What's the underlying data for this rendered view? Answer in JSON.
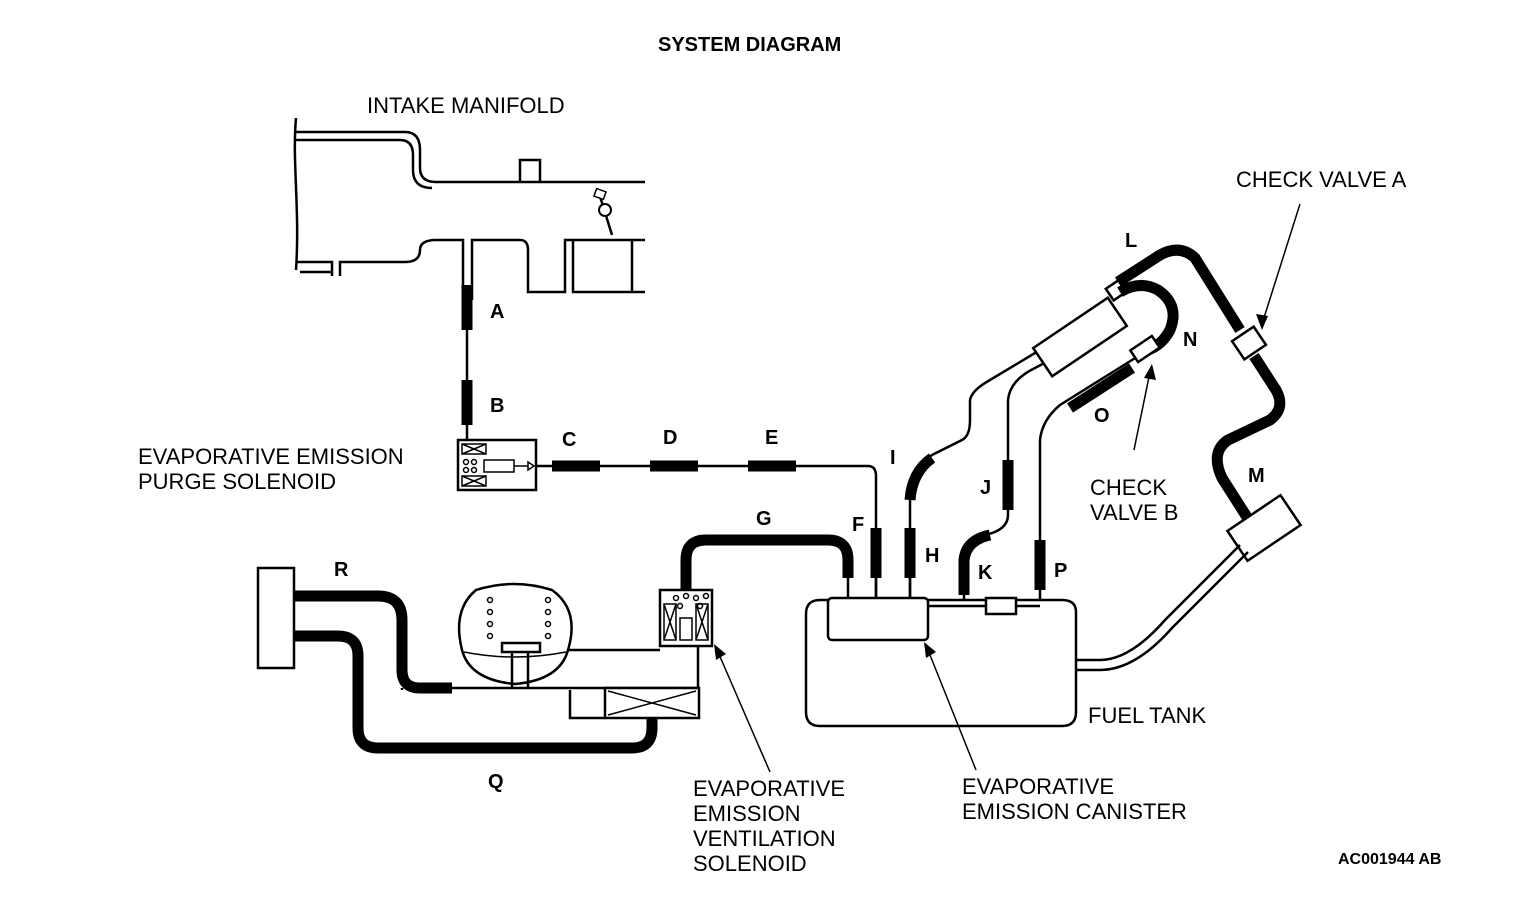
{
  "title": "SYSTEM DIAGRAM",
  "components": {
    "intake_manifold": "INTAKE MANIFOLD",
    "purge_solenoid": [
      "EVAPORATIVE EMISSION",
      "PURGE SOLENOID"
    ],
    "check_valve_a": "CHECK VALVE A",
    "check_valve_b": [
      "CHECK",
      "VALVE B"
    ],
    "fuel_tank": "FUEL TANK",
    "ventilation_solenoid": [
      "EVAPORATIVE",
      "EMISSION",
      "VENTILATION",
      "SOLENOID"
    ],
    "canister": [
      "EVAPORATIVE",
      "EMISSION CANISTER"
    ]
  },
  "hoses": {
    "a": "A",
    "b": "B",
    "c": "C",
    "d": "D",
    "e": "E",
    "f": "F",
    "g": "G",
    "h": "H",
    "i": "I",
    "j": "J",
    "k": "K",
    "l": "L",
    "m": "M",
    "n": "N",
    "o": "O",
    "p": "P",
    "q": "Q",
    "r": "R"
  },
  "reference_code": "AC001944 AB"
}
